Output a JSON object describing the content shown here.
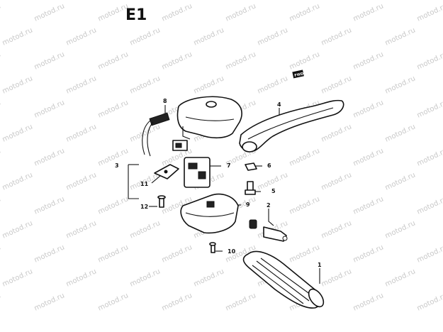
{
  "diagram": {
    "title": "E1",
    "front_marker": "FWD",
    "watermark": "motod.ru",
    "parts": [
      {
        "id": "grip",
        "number": "1"
      },
      {
        "id": "front-brake-switch",
        "number": "2"
      },
      {
        "id": "switch-assembly",
        "number": "3"
      },
      {
        "id": "brake-lever",
        "number": "4"
      },
      {
        "id": "lever-pivot-bolt",
        "number": "5"
      },
      {
        "id": "lever-nut",
        "number": "6"
      },
      {
        "id": "switch-unit",
        "number": "7"
      },
      {
        "id": "wire-connector",
        "number": "8"
      },
      {
        "id": "lower-housing",
        "number": "9"
      },
      {
        "id": "lower-screw",
        "number": "10"
      },
      {
        "id": "wire-clamp",
        "number": "11"
      },
      {
        "id": "upper-screw",
        "number": "12"
      }
    ]
  }
}
